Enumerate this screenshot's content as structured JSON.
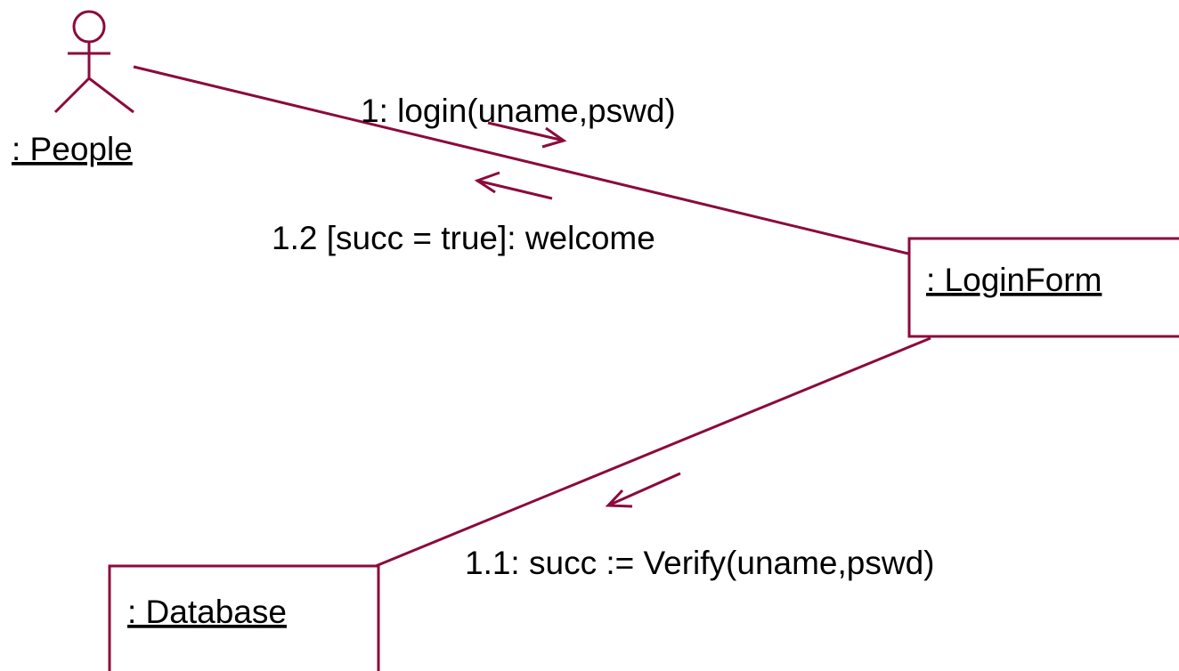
{
  "colors": {
    "stroke": "#8b0a3c",
    "text": "#000000",
    "background": "#ffffff"
  },
  "actor": {
    "label": ": People",
    "icon": "stick-figure-actor-icon"
  },
  "objects": [
    {
      "id": "loginform",
      "label": ": LoginForm"
    },
    {
      "id": "database",
      "label": ": Database"
    }
  ],
  "links": [
    {
      "from": "people",
      "to": "loginform"
    },
    {
      "from": "loginform",
      "to": "database"
    }
  ],
  "messages": [
    {
      "text": "1: login(uname,pswd)",
      "direction": "people-to-loginform"
    },
    {
      "text": "1.2 [succ = true]: welcome",
      "direction": "loginform-to-people"
    },
    {
      "text": "1.1: succ := Verify(uname,pswd)",
      "direction": "loginform-to-database"
    }
  ]
}
